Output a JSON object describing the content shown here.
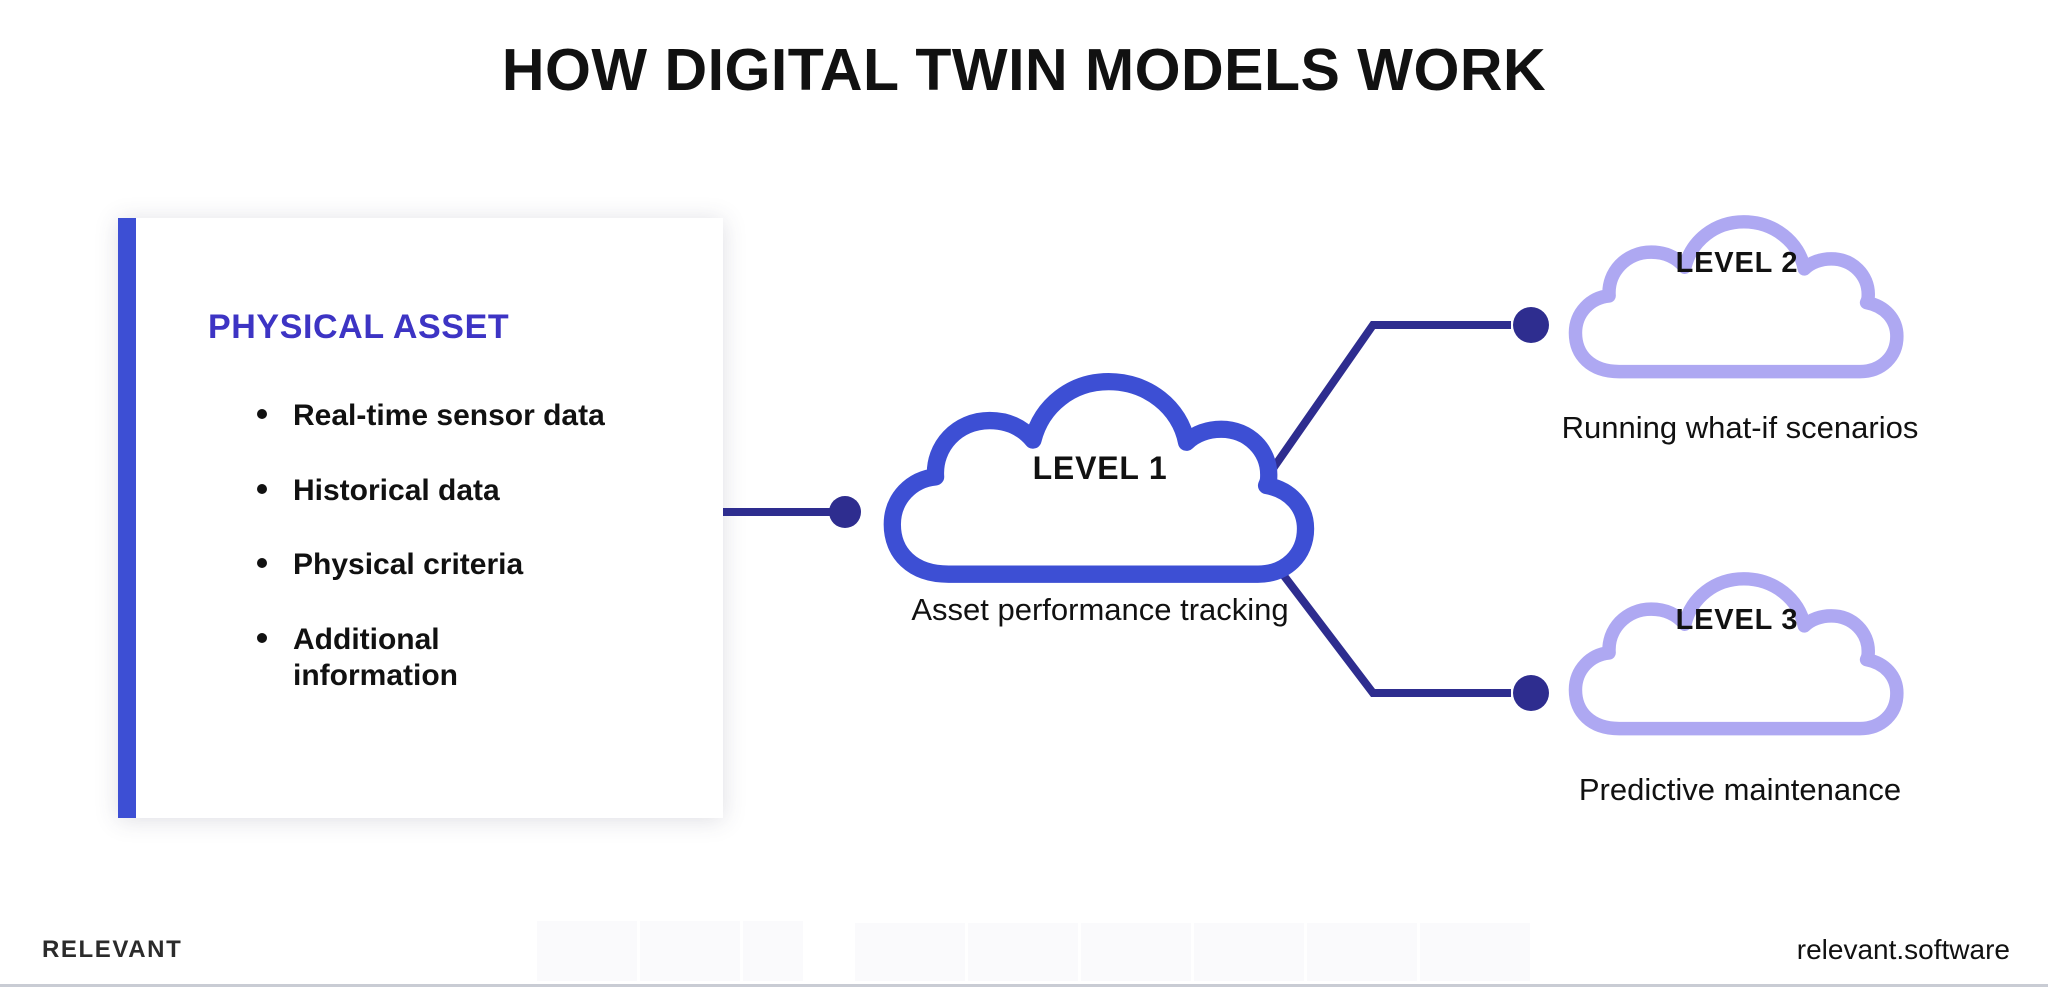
{
  "title": "HOW DIGITAL TWIN MODELS WORK",
  "asset_card": {
    "heading": "PHYSICAL ASSET",
    "items": [
      "Real-time sensor data",
      "Historical data",
      "Physical criteria",
      "Additional information"
    ]
  },
  "levels": [
    {
      "id": "level-1",
      "label": "LEVEL 1",
      "caption": "Asset performance tracking",
      "outline_color": "#3d4fd4"
    },
    {
      "id": "level-2",
      "label": "LEVEL 2",
      "caption": "Running what-if scenarios",
      "outline_color": "#aea8f2"
    },
    {
      "id": "level-3",
      "label": "LEVEL 3",
      "caption": "Predictive maintenance",
      "outline_color": "#aea8f2"
    }
  ],
  "footer": {
    "brand": "RELEVANT",
    "url": "relevant.software"
  },
  "colors": {
    "accent_blue": "#3d4fd4",
    "deep_indigo": "#2e2d8f",
    "heading_violet": "#3d34c4",
    "cloud_light": "#aea8f2",
    "text": "#111111",
    "background": "#ffffff"
  }
}
